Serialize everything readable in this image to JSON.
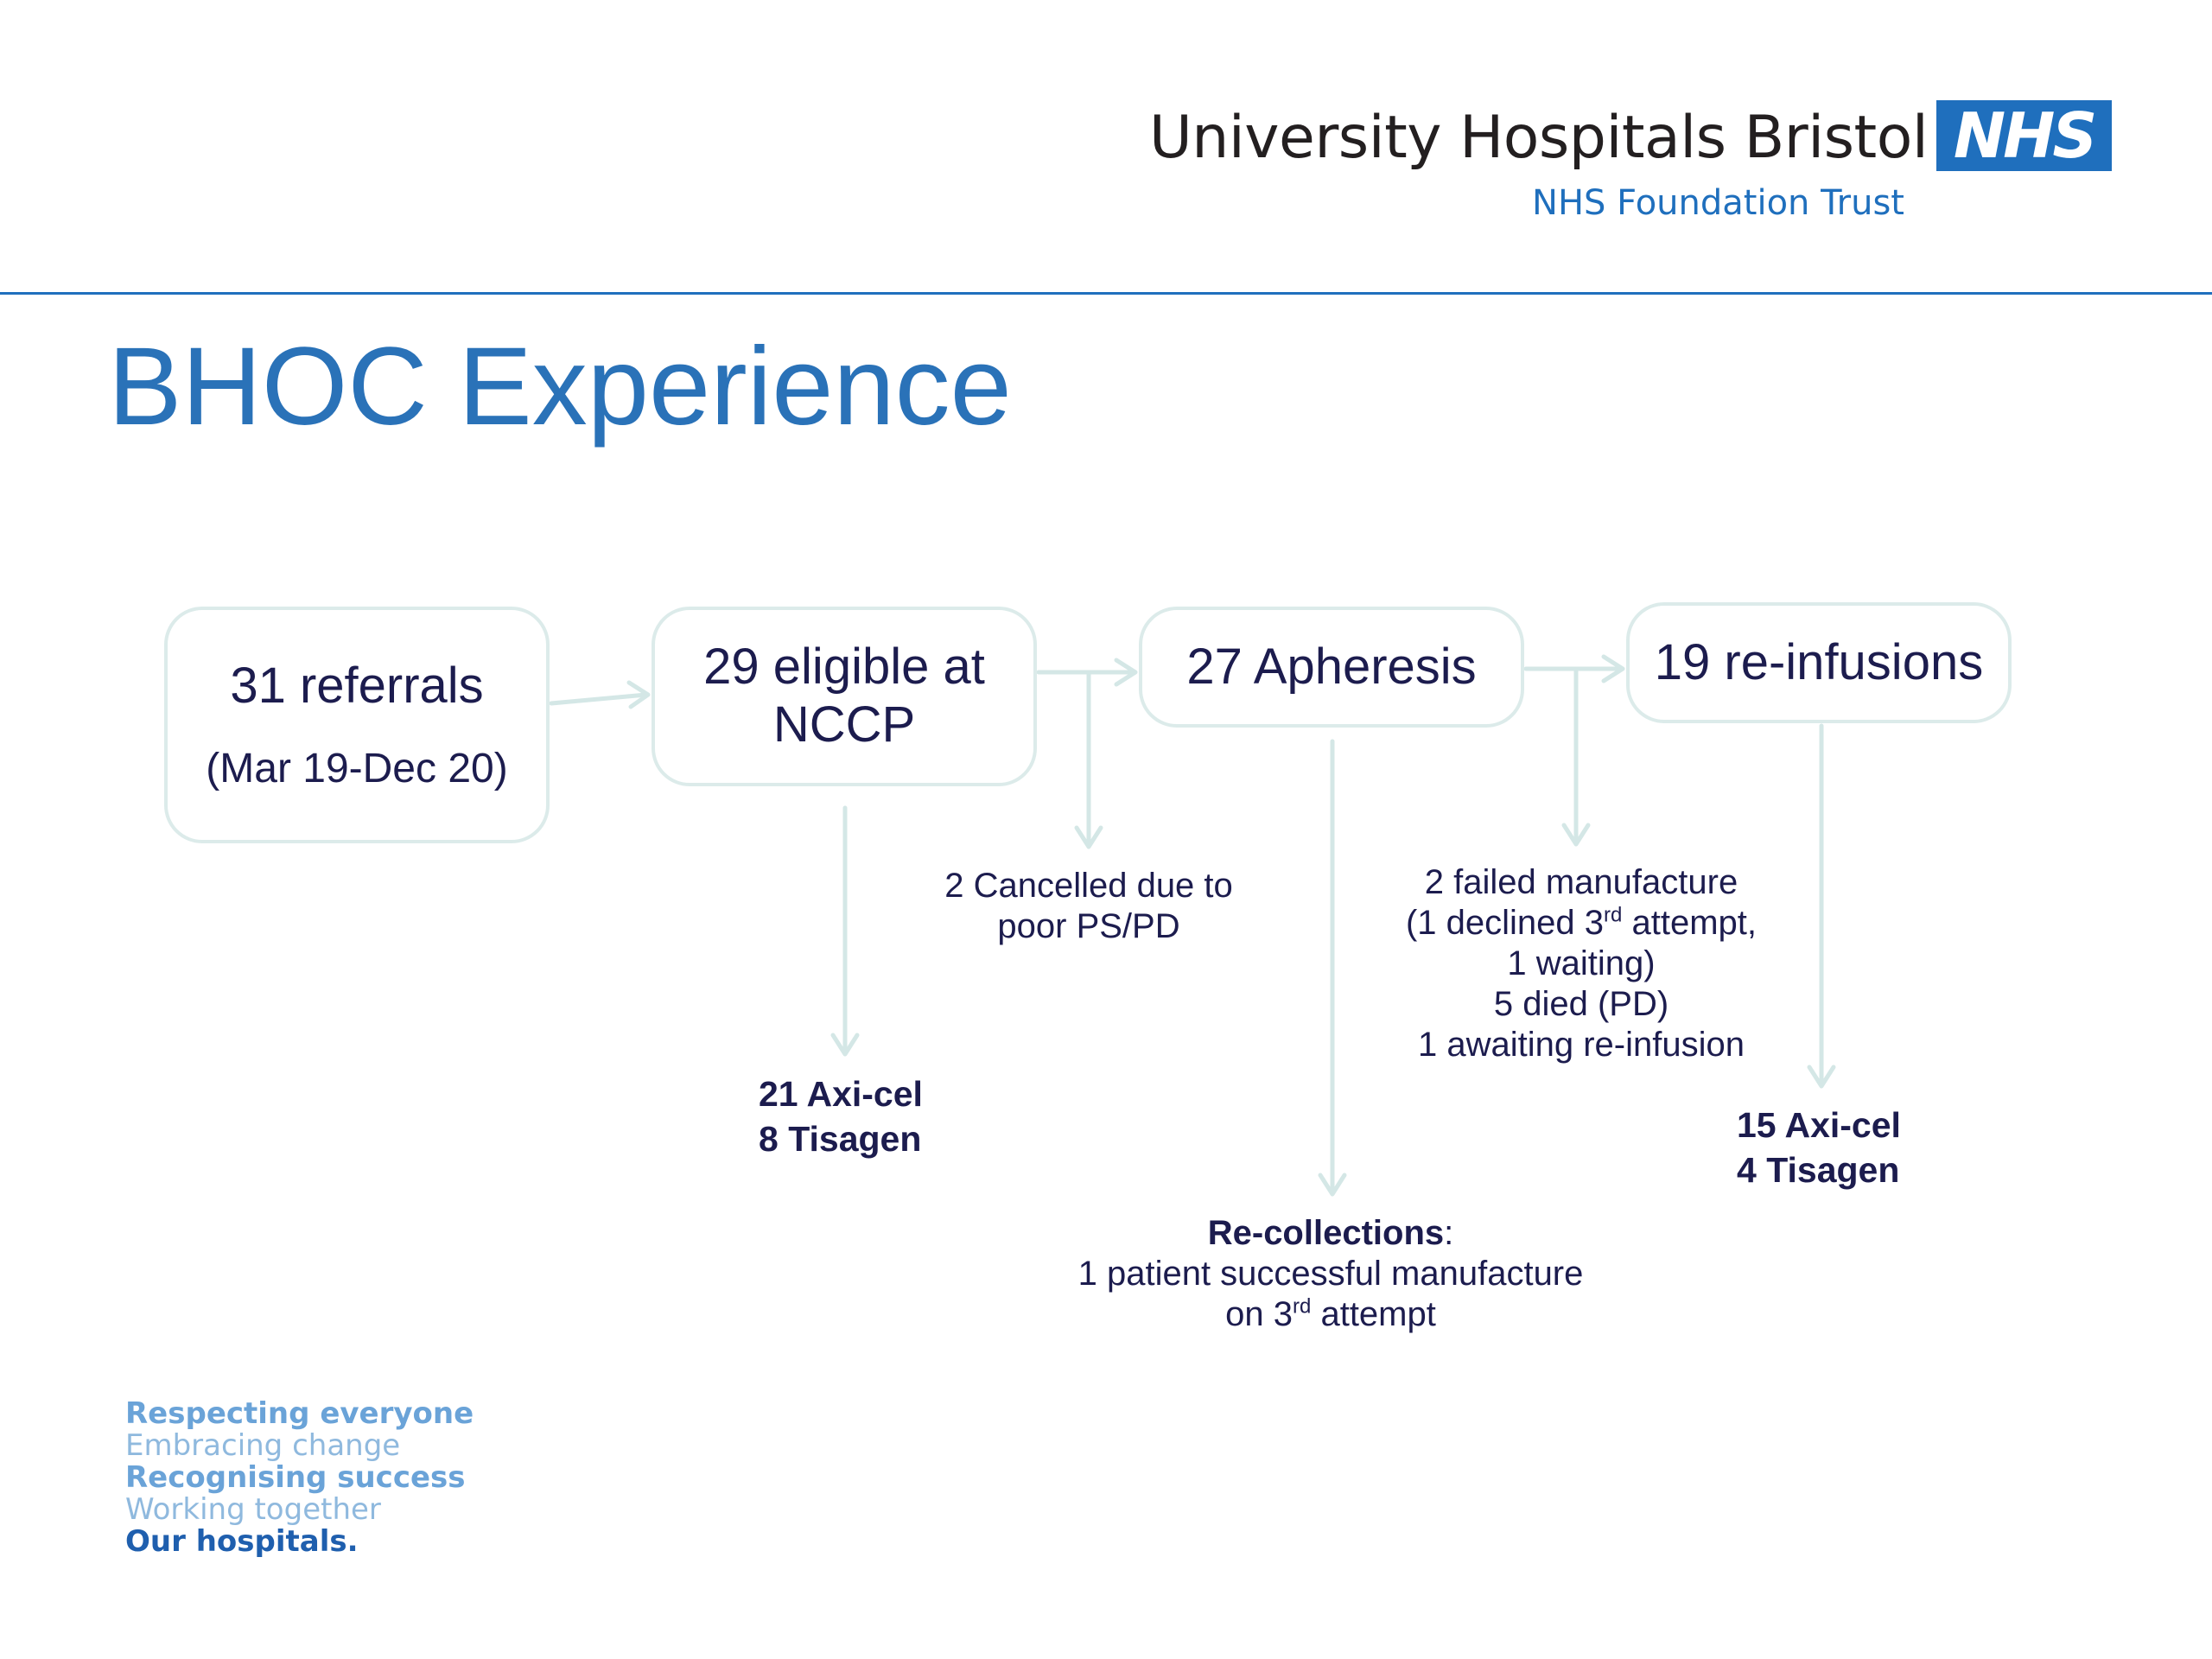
{
  "header": {
    "org_name": "University Hospitals Bristol",
    "org_sub": "NHS Foundation Trust",
    "logo": "NHS",
    "brand_color": "#1f6fbd"
  },
  "title": "BHOC Experience",
  "flow": {
    "referrals": {
      "main": "31 referrals",
      "sub": "(Mar 19-Dec 20)"
    },
    "eligible": {
      "line1": "29 eligible at",
      "line2": "NCCP"
    },
    "apheresis": {
      "main": "27 Apheresis"
    },
    "reinfusions": {
      "main": "19 re-infusions"
    }
  },
  "notes": {
    "cancelled": {
      "line1": "2 Cancelled due to",
      "line2": "poor PS/PD"
    },
    "failed": {
      "line1": "2 failed manufacture",
      "line2_pre": "(1 declined 3",
      "line2_sup": "rd",
      "line2_post": " attempt,",
      "line3": "1 waiting)",
      "line4": "5 died (PD)",
      "line5": "1 awaiting re-infusion"
    },
    "recollections": {
      "label": "Re-collections",
      "colon": ":",
      "line2": "1 patient successful manufacture",
      "line3_pre": "on 3",
      "line3_sup": "rd",
      "line3_post": " attempt"
    }
  },
  "counts": {
    "eligible": {
      "axicel": "21 Axi-cel",
      "tisagen": "8 Tisagen"
    },
    "reinfusions": {
      "axicel": "15 Axi-cel",
      "tisagen": "4 Tisagen"
    }
  },
  "values": [
    "Respecting everyone",
    "Embracing change",
    "Recognising success",
    "Working together",
    "Our hospitals."
  ],
  "colors": {
    "box_border": "#dcebea",
    "arrow": "#d4e7e6",
    "text": "#1c1c4e",
    "title": "#2a72b8"
  }
}
